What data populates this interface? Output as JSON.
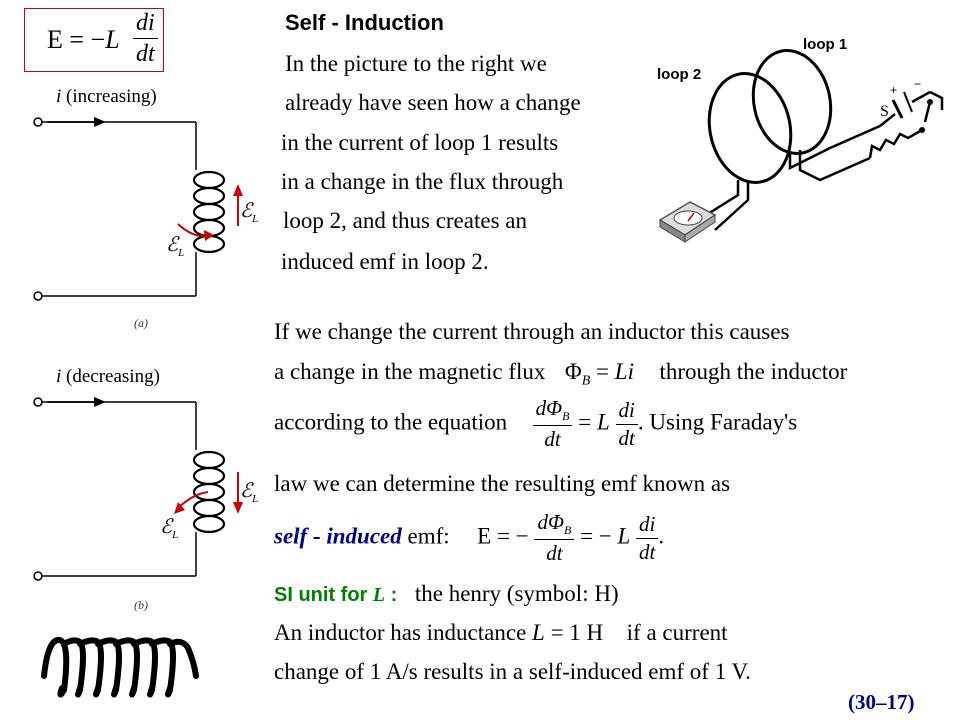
{
  "top_equation": {
    "lhs": "E",
    "eq": "= −",
    "var": "L",
    "num": "di",
    "den": "dt"
  },
  "title": "Self - Induction",
  "intro_lines": [
    "In the picture to the right we",
    "already have seen how a change",
    "in the current of loop 1 results",
    "in a change in the flux through",
    "loop 2, and thus creates an",
    "induced emf in loop 2."
  ],
  "figure_labels": {
    "loop1": "loop 1",
    "loop2": "loop 2",
    "switch": "S",
    "plus": "+",
    "minus": "−"
  },
  "left_figures": {
    "a_current": "i",
    "a_state": "(increasing)",
    "a_emf_symbol": "ℰ",
    "a_emf_sub": "L",
    "a_caption": "(a)",
    "b_current": "i",
    "b_state": "(decreasing)",
    "b_emf_symbol": "ℰ",
    "b_emf_sub": "L",
    "b_caption": "(b)"
  },
  "body": {
    "line1": "If we change the current through an inductor this causes",
    "line2_pre": "a change in the magnetic flux",
    "line2_phi": "Φ",
    "line2_sub": "B",
    "line2_eq": "=",
    "line2_rhs": "Li",
    "line2_post": "through the inductor",
    "line3_pre": "according to the equation",
    "line3_num1": "dΦ",
    "line3_num1_sub": "B",
    "line3_den1": "dt",
    "line3_eq": "=",
    "line3_L": "L",
    "line3_num2": "di",
    "line3_den2": "dt",
    "line3_post": ". Using Faraday's",
    "line4": "law we can determine the resulting emf known as",
    "line5_label": "self  - induced",
    "line5_word": "emf:",
    "line5_E": "E",
    "line5_eq1": "= −",
    "line5_num1": "dΦ",
    "line5_num1_sub": "B",
    "line5_den1": "dt",
    "line5_eq2": "= −",
    "line5_L": "L",
    "line5_num2": "di",
    "line5_den2": "dt",
    "line5_end": ".",
    "si_label_pre": "SI unit for",
    "si_label_var": "L",
    "si_label_colon": ":",
    "si_text": "the henry (symbol: H)",
    "ind_pre": "An inductor has inductance",
    "ind_L": "L",
    "ind_eq": "= 1 H",
    "ind_post": "if a current",
    "last_line": "change of 1 A/s results in a self-induced emf of 1 V."
  },
  "slide_number": "(30–17)"
}
